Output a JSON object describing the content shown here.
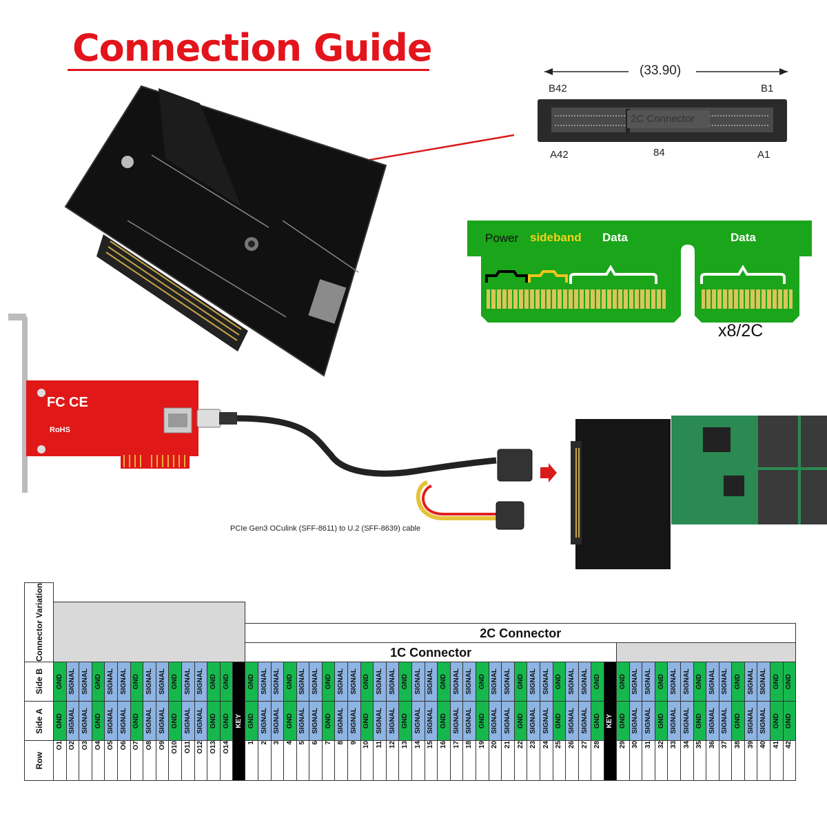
{
  "title": "Connection Guide",
  "connector_drawing": {
    "dimension": "(33.90)",
    "label_b42": "B42",
    "label_b1": "B1",
    "label_a42": "A42",
    "label_84": "84",
    "label_a1": "A1",
    "connector_label": "2C Connector"
  },
  "edge_diagram": {
    "power": "Power",
    "sideband": "sideband",
    "data_left": "Data",
    "data_right": "Data",
    "width_label": "x8/2C",
    "colors": {
      "board": "#1aa51a",
      "power_bracket": "#000000",
      "sideband_bracket": "#f3c41b",
      "data_bracket": "#ffffff",
      "pads": "#d8c65a"
    }
  },
  "pcie_card": {
    "logo_fc": "FC",
    "logo_ce": "CE",
    "rohs": "RoHS"
  },
  "cable_caption": "PCIe Gen3 OCulink (SFF-8611) to U.2 (SFF-8639) cable",
  "table": {
    "row_headers": {
      "variation": "Connector Variation",
      "side_b": "Side B",
      "side_a": "Side A",
      "row": "Row"
    },
    "header_2c": "2C Connector",
    "header_1c": "1C Connector",
    "key_label": "KEY",
    "left_rows": [
      "O1",
      "O2",
      "O3",
      "O4",
      "O5",
      "O6",
      "O7",
      "O8",
      "O9",
      "O10",
      "O11",
      "O12",
      "O13",
      "O14"
    ],
    "side_b_left": [
      "GND",
      "SIGNAL",
      "SIGNAL",
      "GND",
      "SIGNAL",
      "SIGNAL",
      "GND",
      "SIGNAL",
      "SIGNAL",
      "GND",
      "SIGNAL",
      "SIGNAL",
      "GND",
      "GND"
    ],
    "side_a_left": [
      "GND",
      "SIGNAL",
      "SIGNAL",
      "GND",
      "SIGNAL",
      "SIGNAL",
      "GND",
      "SIGNAL",
      "SIGNAL",
      "GND",
      "SIGNAL",
      "SIGNAL",
      "GND",
      "GND"
    ],
    "mid_rows": [
      "1",
      "2",
      "3",
      "4",
      "5",
      "6",
      "7",
      "8",
      "9",
      "10",
      "11",
      "12",
      "13",
      "14",
      "15",
      "16",
      "17",
      "18",
      "19",
      "20",
      "21",
      "22",
      "23",
      "24",
      "25",
      "26",
      "27",
      "28"
    ],
    "side_b_mid": [
      "GND",
      "SIGNAL",
      "SIGNAL",
      "GND",
      "SIGNAL",
      "SIGNAL",
      "GND",
      "SIGNAL",
      "SIGNAL",
      "GND",
      "SIGNAL",
      "SIGNAL",
      "GND",
      "SIGNAL",
      "SIGNAL",
      "GND",
      "SIGNAL",
      "SIGNAL",
      "GND",
      "SIGNAL",
      "SIGNAL",
      "GND",
      "SIGNAL",
      "SIGNAL",
      "GND",
      "SIGNAL",
      "SIGNAL",
      "GND"
    ],
    "side_a_mid": [
      "GND",
      "SIGNAL",
      "SIGNAL",
      "GND",
      "SIGNAL",
      "SIGNAL",
      "GND",
      "SIGNAL",
      "SIGNAL",
      "GND",
      "SIGNAL",
      "SIGNAL",
      "GND",
      "SIGNAL",
      "SIGNAL",
      "GND",
      "SIGNAL",
      "SIGNAL",
      "GND",
      "SIGNAL",
      "SIGNAL",
      "GND",
      "SIGNAL",
      "SIGNAL",
      "GND",
      "SIGNAL",
      "SIGNAL",
      "GND"
    ],
    "right_rows": [
      "29",
      "30",
      "31",
      "32",
      "33",
      "34",
      "35",
      "36",
      "37",
      "38",
      "39",
      "40",
      "41",
      "42"
    ],
    "side_b_right": [
      "GND",
      "SIGNAL",
      "SIGNAL",
      "GND",
      "SIGNAL",
      "SIGNAL",
      "GND",
      "SIGNAL",
      "SIGNAL",
      "GND",
      "SIGNAL",
      "SIGNAL",
      "GND",
      "GND"
    ],
    "side_a_right": [
      "GND",
      "SIGNAL",
      "SIGNAL",
      "GND",
      "SIGNAL",
      "SIGNAL",
      "GND",
      "SIGNAL",
      "SIGNAL",
      "GND",
      "SIGNAL",
      "SIGNAL",
      "GND",
      "GND"
    ],
    "colors": {
      "gnd": "#16b84e",
      "signal": "#8db4e2",
      "key": "#000000",
      "blank": "#d9d9d9"
    }
  }
}
